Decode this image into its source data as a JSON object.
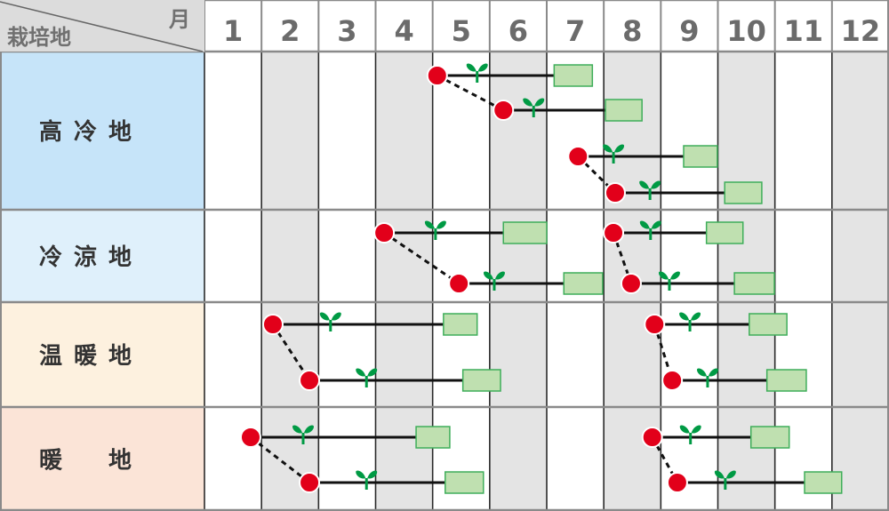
{
  "chart_data": {
    "type": "table",
    "title": "",
    "header": {
      "row_axis_label": "栽培地",
      "col_axis_label": "月"
    },
    "months": [
      "1",
      "2",
      "3",
      "4",
      "5",
      "6",
      "7",
      "8",
      "9",
      "10",
      "11",
      "12"
    ],
    "legend_semantics": {
      "dot": "sowing",
      "sprout": "planting",
      "box": "harvest"
    },
    "colors": {
      "dot": "#e2001a",
      "sprout": "#009a44",
      "box_fill": "#bfe0b0",
      "box_stroke": "#3fae5a",
      "grid_even": "#e4e4e4"
    },
    "regions": [
      {
        "name": "高 冷 地",
        "bg": "#c6e4f9",
        "lanes": 4,
        "entries": [
          {
            "lane": 0,
            "sow": 5.08,
            "plant": 5.78,
            "harvest": [
              7.13,
              7.8
            ],
            "link_next": true
          },
          {
            "lane": 1,
            "sow": 6.24,
            "plant": 6.77,
            "harvest": [
              8.03,
              8.67
            ]
          },
          {
            "lane": 2,
            "sow": 7.55,
            "plant": 8.17,
            "harvest": [
              9.4,
              9.99
            ],
            "link_next": true
          },
          {
            "lane": 3,
            "sow": 8.2,
            "plant": 8.81,
            "harvest": [
              10.12,
              10.77
            ]
          }
        ]
      },
      {
        "name": "冷 涼 地",
        "bg": "#dff0fb",
        "lanes": 2,
        "entries": [
          {
            "lane": 0,
            "sow": 4.15,
            "plant": 5.05,
            "harvest": [
              6.24,
              7.0
            ],
            "link_next": true
          },
          {
            "lane": 1,
            "sow": 5.46,
            "plant": 6.08,
            "harvest": [
              7.3,
              7.98
            ]
          },
          {
            "lane": 0,
            "sow": 8.17,
            "plant": 8.82,
            "harvest": [
              9.8,
              10.44
            ],
            "link_next": true
          },
          {
            "lane": 1,
            "sow": 8.48,
            "plant": 9.15,
            "harvest": [
              10.29,
              10.99
            ]
          }
        ]
      },
      {
        "name": "温 暖 地",
        "bg": "#fdf1df",
        "lanes": 2,
        "entries": [
          {
            "lane": 0,
            "sow": 2.2,
            "plant": 3.21,
            "harvest": [
              5.19,
              5.78
            ],
            "link_next": true
          },
          {
            "lane": 1,
            "sow": 2.84,
            "plant": 3.84,
            "harvest": [
              5.53,
              6.19
            ]
          },
          {
            "lane": 0,
            "sow": 8.89,
            "plant": 9.51,
            "harvest": [
              10.55,
              11.21
            ],
            "link_next": true
          },
          {
            "lane": 1,
            "sow": 9.2,
            "plant": 9.82,
            "harvest": [
              10.86,
              11.55
            ]
          }
        ]
      },
      {
        "name": "暖　　地",
        "bg": "#fbe4d7",
        "lanes": 2,
        "entries": [
          {
            "lane": 0,
            "sow": 1.81,
            "plant": 2.73,
            "harvest": [
              4.71,
              5.3
            ],
            "link_next": true
          },
          {
            "lane": 1,
            "sow": 2.84,
            "plant": 3.84,
            "harvest": [
              5.22,
              5.89
            ]
          },
          {
            "lane": 0,
            "sow": 8.85,
            "plant": 9.52,
            "harvest": [
              10.58,
              11.25
            ],
            "link_next": true
          },
          {
            "lane": 1,
            "sow": 9.29,
            "plant": 10.13,
            "harvest": [
              11.52,
              12.17
            ]
          }
        ]
      }
    ]
  }
}
